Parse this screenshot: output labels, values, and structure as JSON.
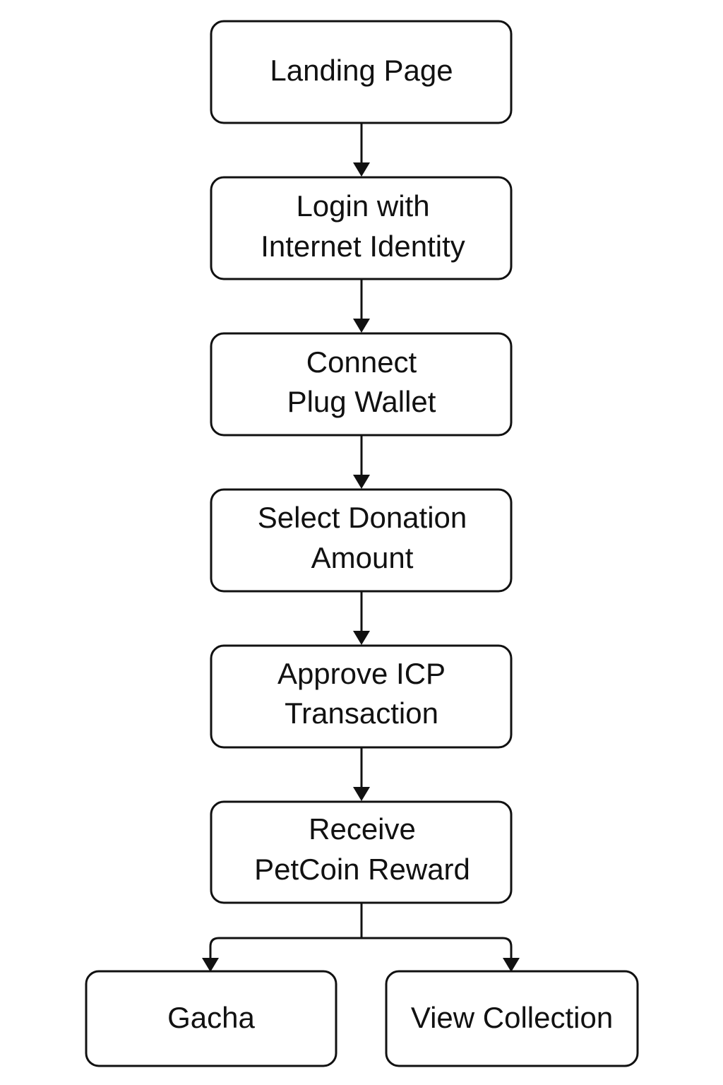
{
  "flow": {
    "landing": {
      "lines": [
        "Landing Page"
      ]
    },
    "login": {
      "lines": [
        "Login with",
        "Internet Identity"
      ]
    },
    "connect": {
      "lines": [
        "Connect",
        "Plug Wallet"
      ]
    },
    "select": {
      "lines": [
        "Select Donation",
        "Amount"
      ]
    },
    "approve": {
      "lines": [
        "Approve ICP",
        "Transaction"
      ]
    },
    "receive": {
      "lines": [
        "Receive",
        "PetCoin Reward"
      ]
    },
    "gacha": {
      "lines": [
        "Gacha"
      ]
    },
    "collection": {
      "lines": [
        "View Collection"
      ]
    }
  },
  "colors": {
    "stroke": "#111111",
    "background": "#ffffff"
  }
}
